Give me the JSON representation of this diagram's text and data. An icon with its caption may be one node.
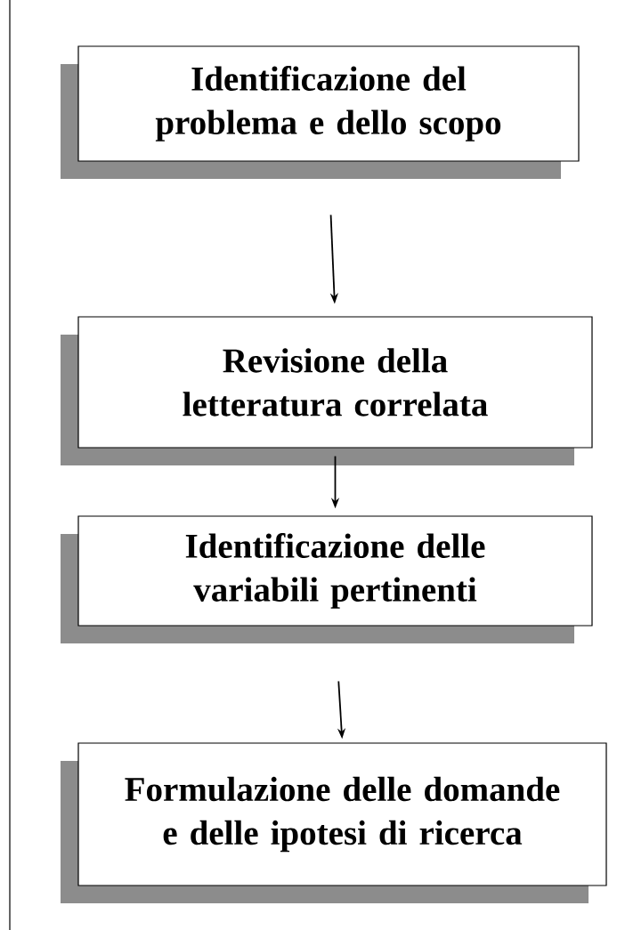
{
  "diagram": {
    "nodes": [
      {
        "text": [
          "Identificazione del problema e dello scopo"
        ]
      },
      {
        "text": [
          "Revisione della letteratura correlata"
        ]
      },
      {
        "text": [
          "Identificazione delle variabili pertinenti"
        ]
      },
      {
        "text": [
          "Formulazione delle domande e delle ipotesi di ricerca"
        ]
      }
    ],
    "edges": [
      {
        "from": 0,
        "to": 1,
        "arrow": "to"
      },
      {
        "from": 1,
        "to": 2,
        "arrow": "to"
      },
      {
        "from": 2,
        "to": 3,
        "arrow": "to"
      }
    ]
  }
}
